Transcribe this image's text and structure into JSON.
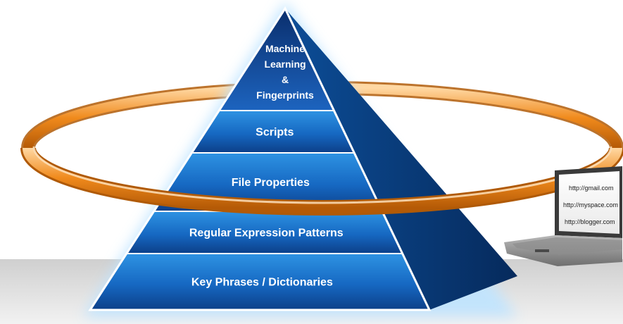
{
  "pyramid": {
    "layers": [
      {
        "id": "machine-learning",
        "lines": [
          "Machine",
          "Learning",
          "&",
          "Fingerprints"
        ]
      },
      {
        "id": "scripts",
        "lines": [
          "Scripts"
        ]
      },
      {
        "id": "file-properties",
        "lines": [
          "File Properties"
        ]
      },
      {
        "id": "regex",
        "lines": [
          "Regular Expression Patterns"
        ]
      },
      {
        "id": "key-phrases",
        "lines": [
          "Key Phrases / Dictionaries"
        ]
      }
    ]
  },
  "laptop": {
    "urls": [
      "http://gmail.com",
      "http://myspace.com",
      "http://blogger.com"
    ]
  },
  "colors": {
    "ring": "#f08a1c",
    "layer_dark": "#0d3f86",
    "layer_light": "#2d8fe0",
    "floor": "#d9d9d9"
  }
}
